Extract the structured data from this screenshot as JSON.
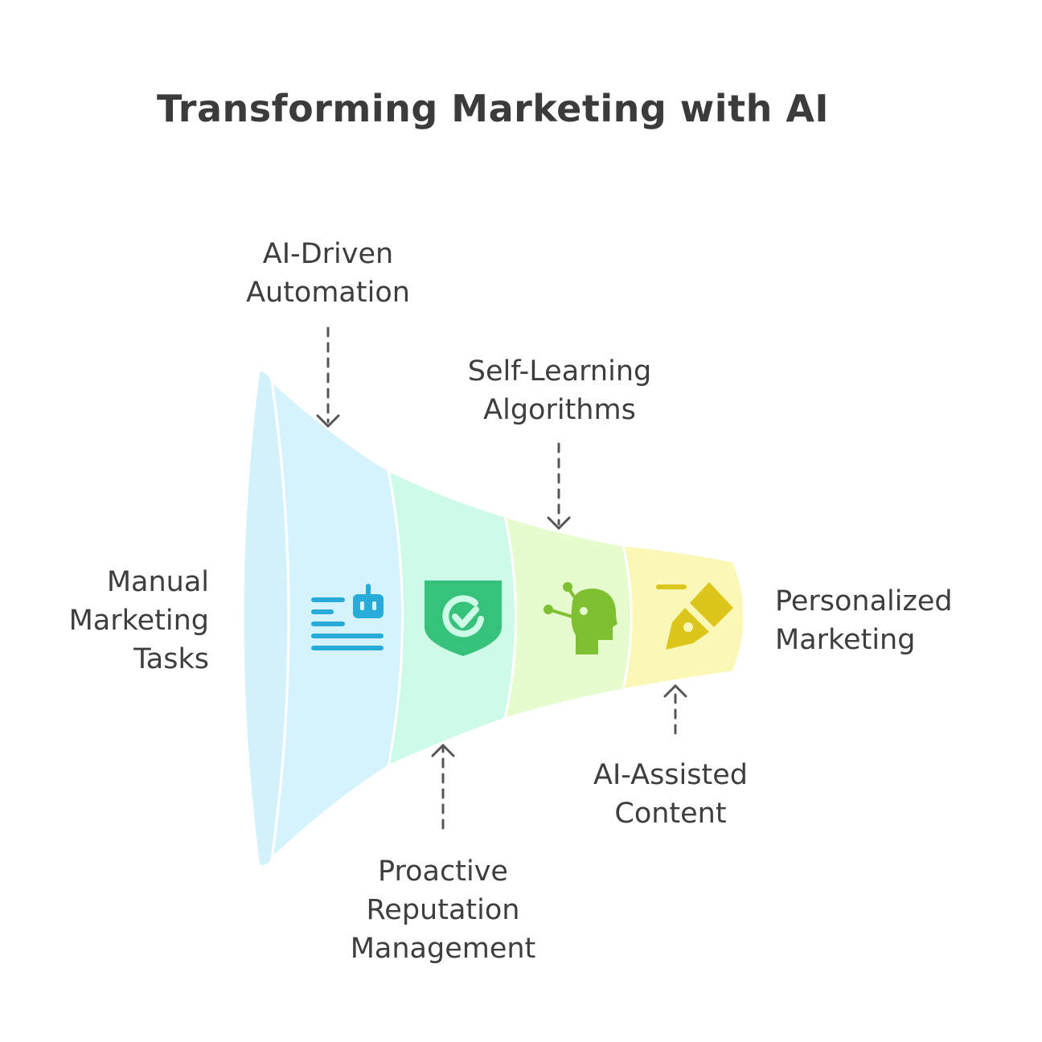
{
  "title": "Transforming Marketing with AI",
  "start_label": [
    "Manual",
    "Marketing",
    "Tasks"
  ],
  "end_label": [
    "Personalized",
    "Marketing"
  ],
  "stages": [
    {
      "label": [
        "AI-Driven",
        "Automation"
      ],
      "icon": "robot-text-icon",
      "fill": "#d5f3fc",
      "icon_color": "#27acd9"
    },
    {
      "label": [
        "Proactive",
        "Reputation",
        "Management"
      ],
      "icon": "shield-check-icon",
      "fill": "#cdfbe8",
      "icon_color": "#37c27c"
    },
    {
      "label": [
        "Self-Learning",
        "Algorithms"
      ],
      "icon": "ai-head-icon",
      "fill": "#e6fcce",
      "icon_color": "#7fbf32"
    },
    {
      "label": [
        "AI-Assisted",
        "Content"
      ],
      "icon": "pen-nib-icon",
      "fill": "#fbf7b6",
      "icon_color": "#dcc61a"
    }
  ]
}
